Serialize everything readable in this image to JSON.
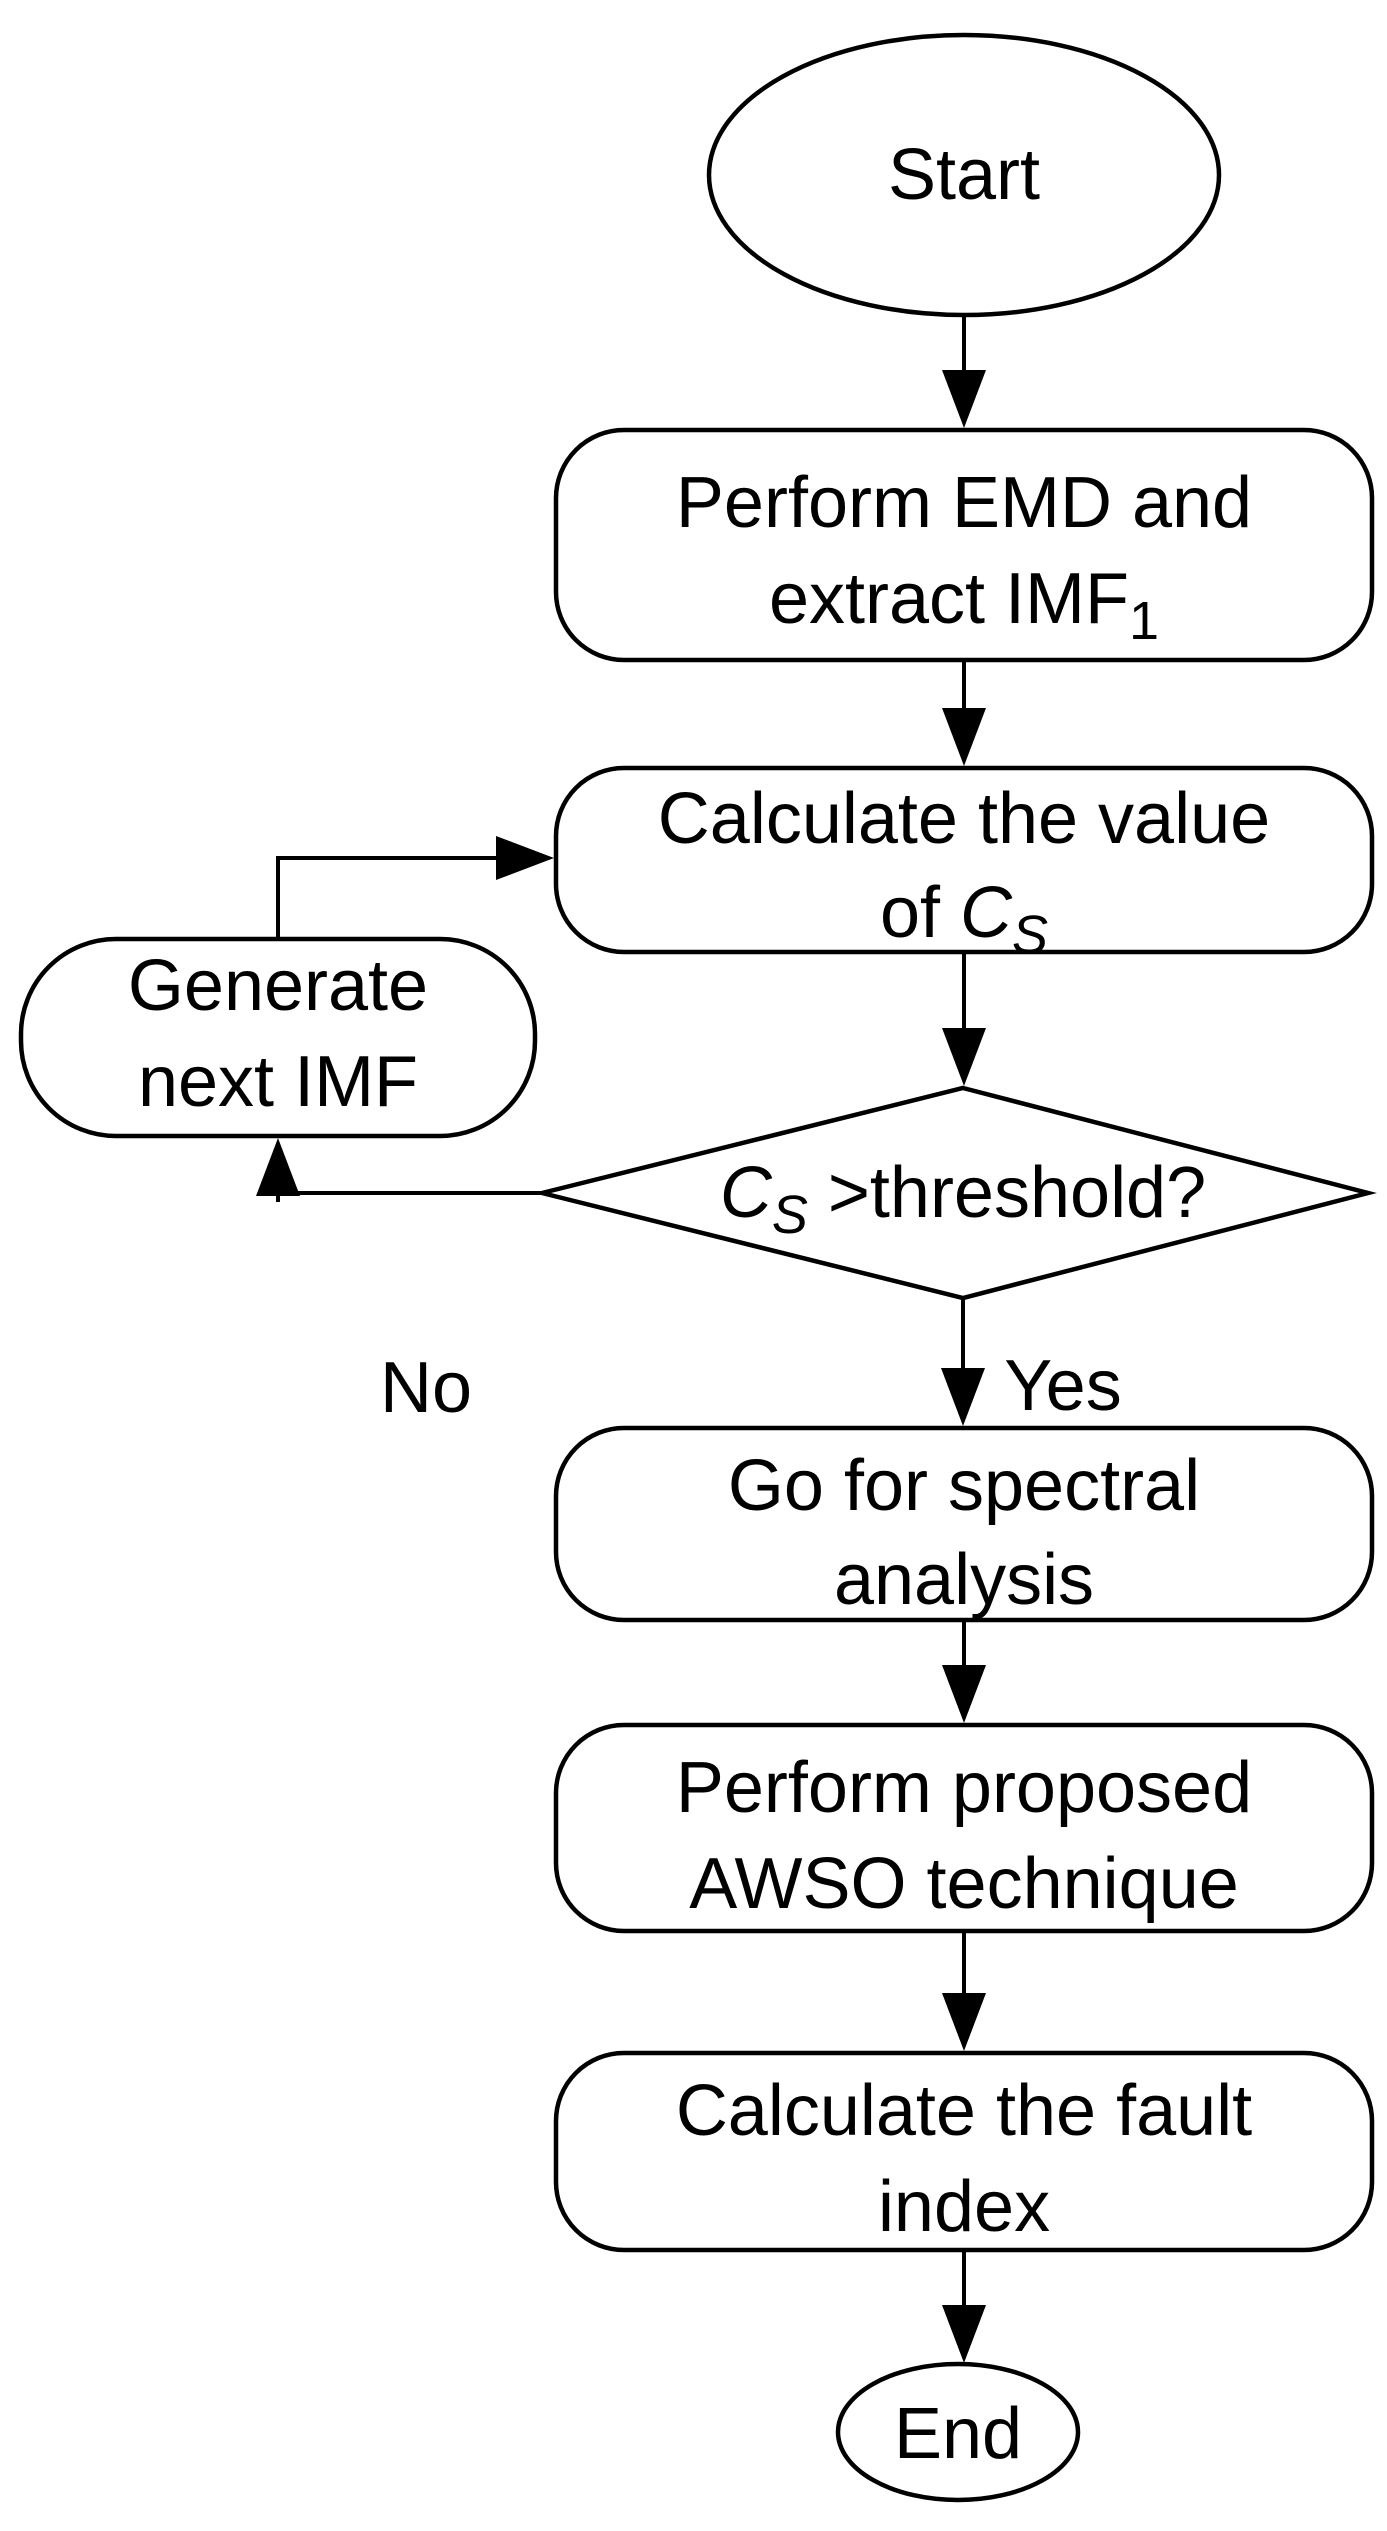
{
  "title": "EMD and AWSO fault detection flowchart",
  "colors": {
    "background": "#ffffff",
    "stroke": "#000000",
    "text": "#000000"
  },
  "nodes": {
    "start": {
      "shape": "ellipse",
      "label": "Start"
    },
    "perform_emd": {
      "shape": "rounded-rect",
      "line1": "Perform EMD and",
      "line2_main": "extract IMF",
      "line2_subscript": "1"
    },
    "calculate_cs": {
      "shape": "rounded-rect",
      "line1": "Calculate the value",
      "line2_prefix": "of ",
      "variable": "C",
      "variable_subscript": "S"
    },
    "cs_threshold": {
      "shape": "diamond",
      "variable": "C",
      "variable_subscript": "S",
      "condition": " >threshold?"
    },
    "generate_next_imf": {
      "shape": "rounded-rect",
      "line1": "Generate",
      "line2": "next IMF"
    },
    "spectral_analysis": {
      "shape": "rounded-rect",
      "line1": "Go for spectral",
      "line2": "analysis"
    },
    "awso_technique": {
      "shape": "rounded-rect",
      "line1": "Perform proposed",
      "line2": "AWSO technique"
    },
    "fault_index": {
      "shape": "rounded-rect",
      "line1": "Calculate the fault",
      "line2": "index"
    },
    "end": {
      "shape": "ellipse",
      "label": "End"
    }
  },
  "edges": {
    "yes_label": "Yes",
    "no_label": "No"
  }
}
